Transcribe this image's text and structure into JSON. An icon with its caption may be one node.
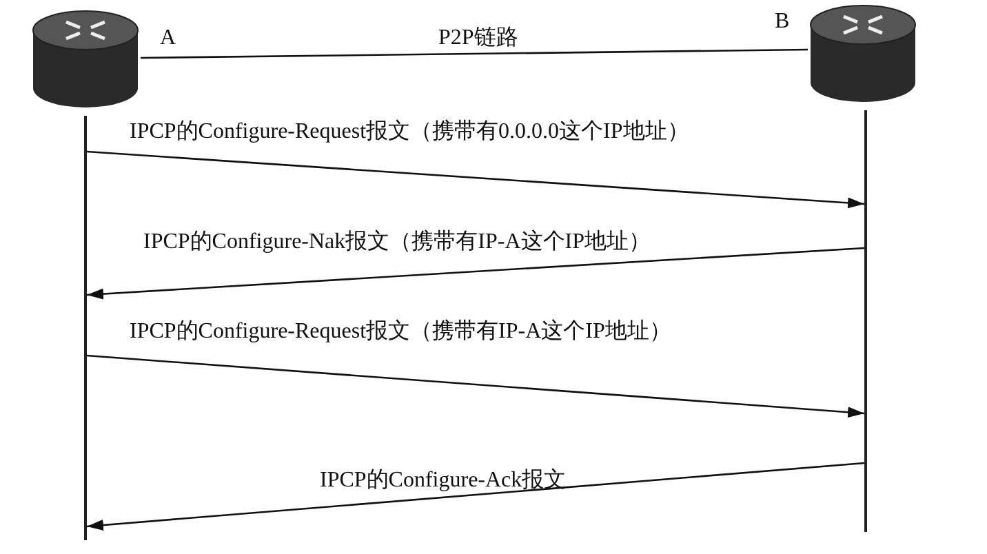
{
  "diagram": {
    "nodes": [
      {
        "text": [],
        "shape": "cylinder",
        "beside": [
          "A"
        ]
      },
      {
        "text": [],
        "shape": "cylinder",
        "beside": [
          "B"
        ]
      },
      {
        "text": [],
        "shape": "bar"
      },
      {
        "text": [],
        "shape": "bar"
      }
    ],
    "edges": [
      {
        "from": 0,
        "to": 1,
        "arrow": "none",
        "label": "P2P链路"
      },
      {
        "from": 2,
        "to": 3,
        "arrow": "to",
        "label": "IPCP的Configure-Request报文（携带有0.0.0.0这个IP地址）"
      },
      {
        "from": 3,
        "to": 2,
        "arrow": "to",
        "label": "IPCP的Configure-Nak报文（携带有IP-A这个IP地址）"
      },
      {
        "from": 2,
        "to": 3,
        "arrow": "to",
        "label": "IPCP的Configure-Request报文（携带有IP-A这个IP地址）"
      },
      {
        "from": 3,
        "to": 2,
        "arrow": "to",
        "label": "IPCP的Configure-Ack报文"
      }
    ]
  }
}
